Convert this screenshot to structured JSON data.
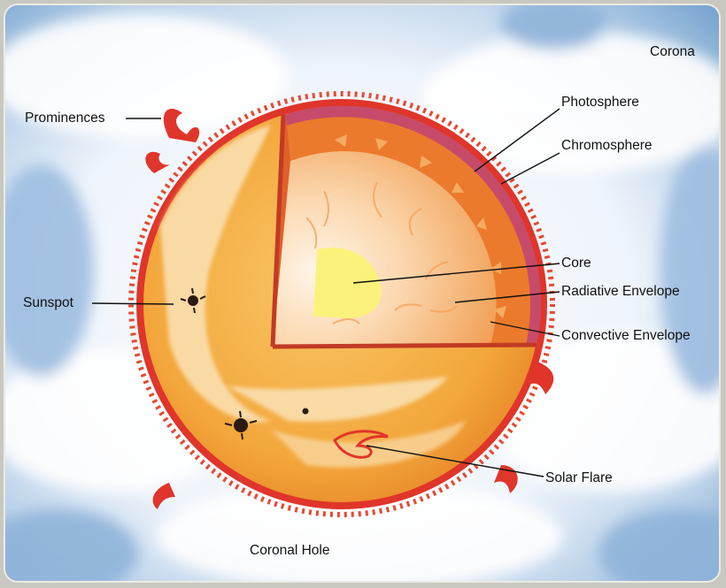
{
  "labels": {
    "corona": "Corona",
    "photosphere": "Photosphere",
    "chromosphere": "Chromosphere",
    "prominences": "Prominences",
    "core": "Core",
    "radiative_envelope": "Radiative Envelope",
    "convective_envelope": "Convective Envelope",
    "sunspot": "Sunspot",
    "solar_flare": "Solar Flare",
    "coronal_hole": "Coronal Hole"
  },
  "colors": {
    "sky": "#e9f2fb",
    "sky_blue": "#5f93c6",
    "corona_glow": "#ffffff",
    "sun_surface": "#f3a63b",
    "sun_light": "#f8c766",
    "chromosphere_red": "#e0352a",
    "photosphere_band": "#c64b6a",
    "convective": "#ec7a2c",
    "radiative": "#f5c08a",
    "core": "#fbf27b",
    "sunspot": "#2a1a12"
  }
}
